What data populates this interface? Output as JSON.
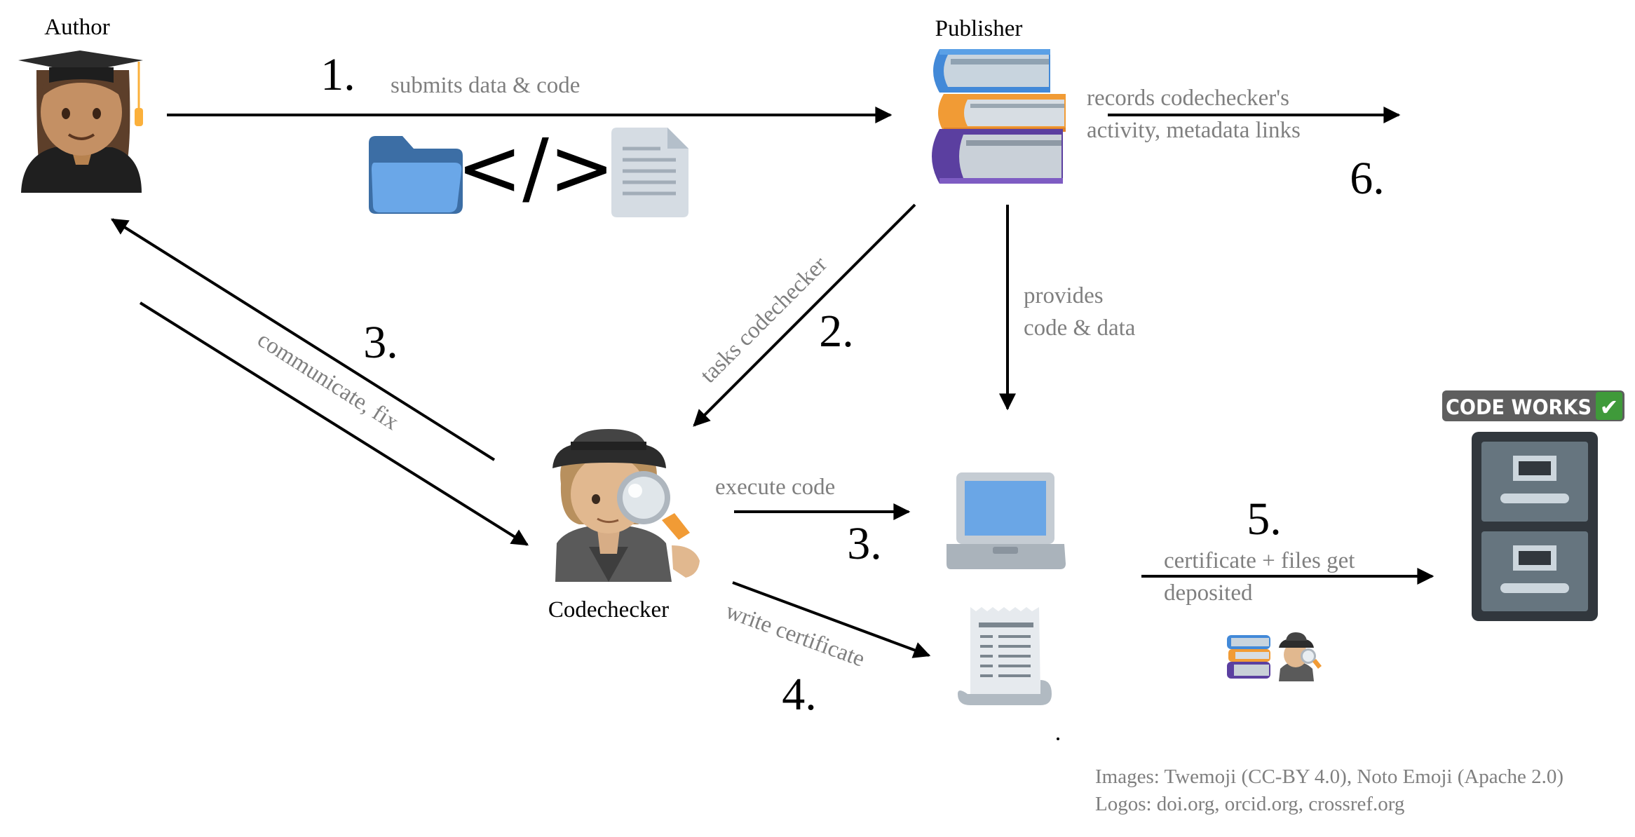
{
  "actors": {
    "author": "Author",
    "publisher": "Publisher",
    "codechecker": "Codechecker"
  },
  "steps": {
    "s1": "1.",
    "s2": "2.",
    "s3a": "3.",
    "s3b": "3.",
    "s4": "4.",
    "s5": "5.",
    "s6": "6."
  },
  "labels": {
    "submits": "submits data & code",
    "records_1": "records codechecker's",
    "records_2": "activity, metadata links",
    "tasks": "tasks codechecker",
    "provides_1": "provides",
    "provides_2": "code & data",
    "communicate": "communicate, fix",
    "execute": "execute code",
    "write": "write certificate",
    "deposit_1": "certificate + files get",
    "deposit_2": "deposited"
  },
  "code_symbol": "</>",
  "badge": {
    "text": "CODE WORKS",
    "check": "✔"
  },
  "credits": {
    "line1": "Images: Twemoji (CC-BY 4.0), Noto Emoji (Apache 2.0)",
    "line2": "Logos: doi.org, orcid.org, crossref.org"
  },
  "colors": {
    "arrow": "#000000",
    "label_gray": "#7f7f7f",
    "folder_blue": "#3c6ea5",
    "laptop_screen": "#6aa6e6",
    "cabinet": "#31373d",
    "badge_bg": "#5e5e5e",
    "badge_check": "#3f9a3a"
  },
  "icons": [
    "graduate-woman-icon",
    "books-icon",
    "folder-icon",
    "document-icon",
    "detective-icon",
    "laptop-icon",
    "receipt-icon",
    "file-cabinet-icon"
  ]
}
